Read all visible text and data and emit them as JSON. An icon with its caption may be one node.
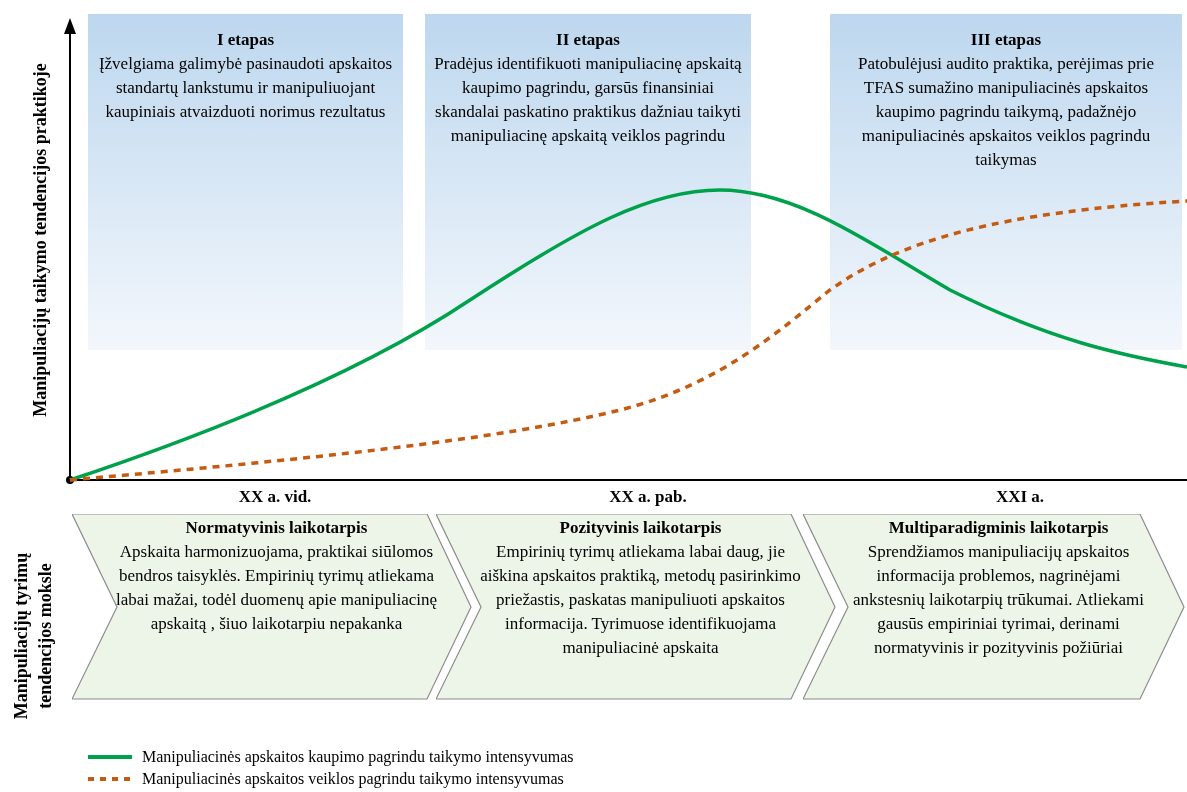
{
  "diagram": {
    "nodes": [
      {
        "text": [
          "I etapas",
          "Įžvelgiama galimybė pasinaudoti apskaitos standartų lankstumu ir manipuliuojant kaupiniais atvaizduoti norimus rezultatus"
        ]
      },
      {
        "text": [
          "II etapas",
          "Pradėjus identifikuoti manipuliacinę apskaitą kaupimo pagrindu, garsūs finansiniai skandalai paskatino praktikus dažniau taikyti manipuliacinę apskaitą veiklos pagrindu"
        ]
      },
      {
        "text": [
          "III etapas",
          "Patobulėjusi audito praktika, perėjimas prie TFAS sumažino manipuliacinės apskaitos kaupimo pagrindu taikymą, padažnėjo manipuliacinės apskaitos veiklos pagrindu taikymas"
        ]
      },
      {
        "text": [
          "Normatyvinis laikotarpis",
          "Apskaita harmonizuojama, praktikai siūlomos bendros taisyklės. Empirinių tyrimų atliekama labai mažai, todėl duomenų apie manipuliacinę apskaitą , šiuo laikotarpiu nepakanka"
        ]
      },
      {
        "text": [
          "Pozityvinis laikotarpis",
          "Empirinių tyrimų atliekama labai daug, jie aiškina apskaitos praktiką, metodų pasirinkimo priežastis, paskatas manipuliuoti apskaitos informacija. Tyrimuose identifikuojama manipuliacinė apskaita"
        ]
      },
      {
        "text": [
          "Multiparadigminis laikotarpis",
          "Sprendžiamos manipuliacijų apskaitos informacija problemos, nagrinėjami ankstesnių laikotarpių trūkumai. Atliekami gausūs empiriniai tyrimai, derinami normatyvinis ir pozityvinis požiūriai"
        ]
      }
    ],
    "labels": [
      "Manipuliacijų taikymo tendencijos praktikoje",
      "XX a. vid.",
      "XX a. pab.",
      "XXI a.",
      "Manipuliacijų tyrimų tendencijos moksle"
    ],
    "legend": [
      {
        "text": "Manipuliacinės apskaitos kaupimo pagrindu taikymo intensyvumas"
      },
      {
        "text": "Manipuliacinės apskaitos veiklos pagrindu taikymo intensyvumas"
      }
    ]
  }
}
